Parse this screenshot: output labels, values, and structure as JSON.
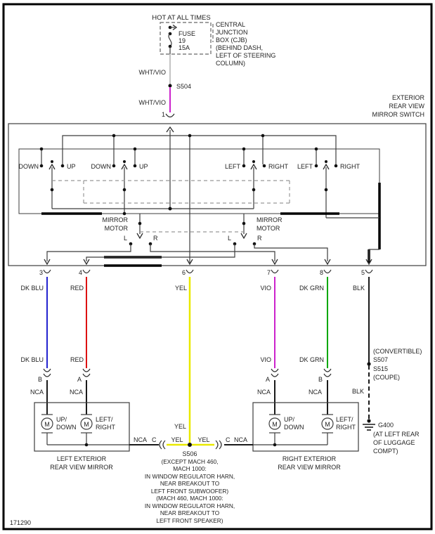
{
  "page": {
    "doc_number": "171290"
  },
  "power": {
    "hot_label": "HOT AT ALL TIMES",
    "fuse": {
      "name": "FUSE",
      "number": "19",
      "rating": "15A"
    },
    "cjb_lines": [
      "CENTRAL",
      "JUNCTION",
      "BOX (CJB)",
      "(BEHIND DASH,",
      "LEFT OF STEERING",
      "COLUMN)"
    ],
    "wire_color": "WHT/VIO",
    "splice": "S504",
    "switch_pin": "1"
  },
  "mirror_switch": {
    "title_lines": [
      "EXTERIOR",
      "REAR VIEW",
      "MIRROR SWITCH"
    ],
    "contacts": [
      "DOWN",
      "UP",
      "DOWN",
      "UP",
      "LEFT",
      "RIGHT",
      "LEFT",
      "RIGHT"
    ],
    "motor_label_lines": [
      "MIRROR",
      "MOTOR"
    ],
    "terminal_l": "L",
    "terminal_r": "R",
    "pins": {
      "p3": "3",
      "p4": "4",
      "p6": "6",
      "p7": "7",
      "p8": "8",
      "p5": "5"
    }
  },
  "wires": {
    "dk_blu": "DK BLU",
    "red": "RED",
    "yel": "YEL",
    "vio": "VIO",
    "dk_grn": "DK GRN",
    "blk": "BLK",
    "nca": "NCA",
    "colors": {
      "dk_blu": "#2323cf",
      "red": "#dd1111",
      "yel": "#e9e900",
      "vio": "#cc22cc",
      "dk_grn": "#00a800",
      "blk": "#1a1a1a",
      "wht": "#c4c4c4"
    }
  },
  "left_mirror": {
    "pin_b": "B",
    "pin_a": "A",
    "motor_m": "M",
    "motor1_lines": [
      "UP/",
      "DOWN"
    ],
    "motor2_lines": [
      "LEFT/",
      "RIGHT"
    ],
    "caption_lines": [
      "LEFT EXTERIOR",
      "REAR VIEW MIRROR"
    ]
  },
  "right_mirror": {
    "pin_a": "A",
    "pin_b": "B",
    "motor_m": "M",
    "motor1_lines": [
      "UP/",
      "DOWN"
    ],
    "motor2_lines": [
      "LEFT/",
      "RIGHT"
    ],
    "caption_lines": [
      "RIGHT EXTERIOR",
      "REAR VIEW MIRROR"
    ]
  },
  "splices": {
    "s506": {
      "name": "S506",
      "connector_c": "C",
      "note_lines": [
        "(EXCEPT MACH 460,",
        "MACH 1000:",
        "IN WINDOW REGULATOR HARN,",
        "NEAR BREAKOUT TO",
        "LEFT FRONT SUBWOOFER)",
        "(MACH 460, MACH 1000:",
        "IN WINDOW REGULATOR HARN,",
        "NEAR BREAKOUT TO",
        "LEFT FRONT SPEAKER)"
      ]
    },
    "s507": {
      "variant": "(CONVERTIBLE)",
      "name": "S507"
    },
    "s515": {
      "name": "S515",
      "variant": "(COUPE)"
    }
  },
  "ground": {
    "name": "G400",
    "location_lines": [
      "(AT LEFT REAR",
      "OF LUGGAGE",
      "COMPT)"
    ]
  }
}
